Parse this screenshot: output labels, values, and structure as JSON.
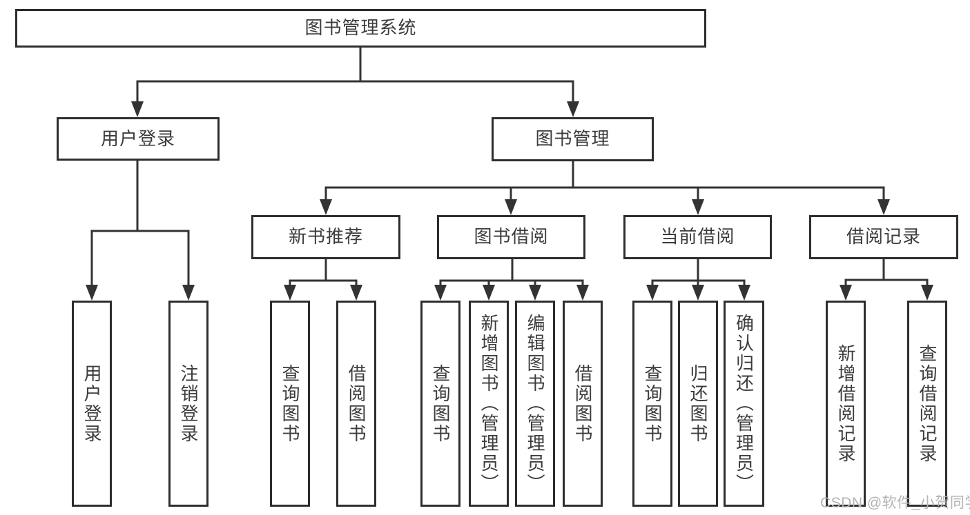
{
  "diagram": {
    "tree": {
      "root": {
        "label": "图书管理系统"
      },
      "branches": [
        {
          "label": "用户登录",
          "children": [
            {
              "label": "用户登录"
            },
            {
              "label": "注销登录"
            }
          ]
        },
        {
          "label": "图书管理",
          "children": [
            {
              "label": "新书推荐",
              "children": [
                {
                  "label": "查询图书"
                },
                {
                  "label": "借阅图书"
                }
              ]
            },
            {
              "label": "图书借阅",
              "children": [
                {
                  "label": "查询图书"
                },
                {
                  "label": "新增图书（管理员）"
                },
                {
                  "label": "编辑图书（管理员）"
                },
                {
                  "label": "借阅图书"
                }
              ]
            },
            {
              "label": "当前借阅",
              "children": [
                {
                  "label": "查询图书"
                },
                {
                  "label": "归还图书"
                },
                {
                  "label": "确认归还（管理员）"
                }
              ]
            },
            {
              "label": "借阅记录",
              "children": [
                {
                  "label": "新增借阅记录"
                },
                {
                  "label": "查询借阅记录"
                }
              ]
            }
          ]
        }
      ]
    },
    "colors": {
      "line": "#333333",
      "box_border": "#2d2d2d",
      "text": "#3c3c3c",
      "watermark": "#b3b3b3",
      "background": "#ffffff"
    },
    "watermark": {
      "text": "CSDN @软件_小贺同学"
    }
  }
}
